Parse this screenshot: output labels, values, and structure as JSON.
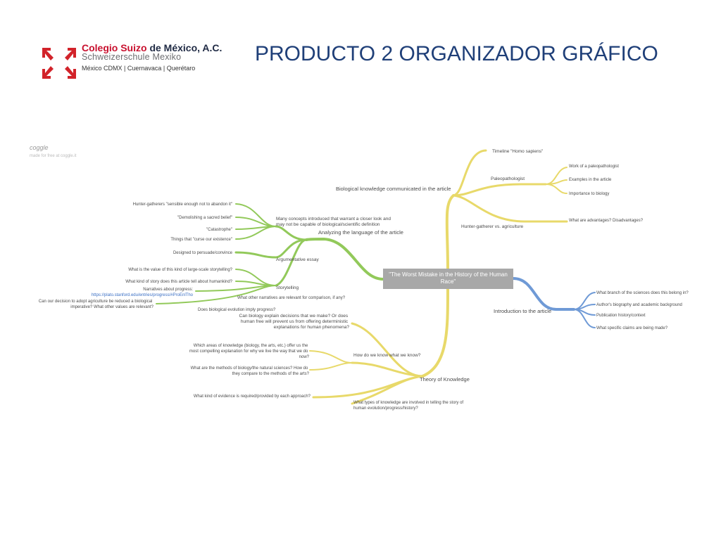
{
  "header": {
    "logo": {
      "name_red": "Colegio Suizo",
      "name_rest": " de México, A.C.",
      "name_sub": "Schweizerschule Mexiko",
      "cities": "México CDMX | Cuernavaca | Querétaro"
    },
    "title": "PRODUCTO 2 ORGANIZADOR GRÁFICO"
  },
  "coggle": {
    "brand": "coggle",
    "sub": "made for free at coggle.it"
  },
  "colors": {
    "yellow": "#e8d96a",
    "green": "#92c95a",
    "blue": "#6f9ad6",
    "center": "#a8a8a8"
  },
  "mindmap": {
    "center": "\"The Worst Mistake in the History of the Human Race\"",
    "yellow_top": {
      "label": "Biological knowledge communicated in the article",
      "timeline": "Timeline \"Homo sapiens\"",
      "paleo": "Paleopathologist",
      "paleo_items": [
        "Work of a paleopathologist",
        "Examples in the article",
        "Importance to biology"
      ],
      "hg": "Hunter-gatherer vs. agriculture",
      "adv": "What are advantages? Disadvantages?"
    },
    "blue": {
      "label": "Introduction to the article",
      "items": [
        "What branch of the sciences does this belong in?",
        "Author's biography and academic background",
        "Publication history/context",
        "What specific claims are being made?"
      ]
    },
    "green": {
      "analyzing": "Analyzing the language of the article",
      "many1": "Many concepts introduced that warrant a closer look and",
      "many2": "may not be capable of biological/scientific definition",
      "many_items": [
        "Hunter-gatherers \"sensible enough not to abandon it\"",
        "\"Demolishing a sacred belief\"",
        "\"Catastrophe\"",
        "Things that \"curse our existence\""
      ],
      "argu": "Argumentative essay",
      "designed": "Designed to persuade/convince",
      "story": "Storytelling",
      "story_items": [
        "What is the value of this kind of large-scale storytelling?",
        "What kind of story does this article tell about humankind?"
      ],
      "narr": "Narratives about progress:",
      "narr_link": "https://plato.stanford.edu/entries/progress/#ProEnlTho",
      "our1": "Can our decision to adopt agriculture be reduced a biological",
      "our2": "imperative? What other values are relevant?",
      "other": "What other narratives are relevant for comparison, if any?",
      "evo": "Does biological evolution imply progress?"
    },
    "tok": {
      "label": "Theory of Knowledge",
      "can1": "Can biology explain decisions that we make? Or does",
      "can2": "human free will prevent us from offering deterministic",
      "can3": "explanations for human phenomena?",
      "how": "How do we know what we know?",
      "which1": "Which areas of knowledge (biology, the arts, etc.) offer us the",
      "which2": "most compelling explanation for why we live the way that we do",
      "which3": "now?",
      "methods1": "What are the methods of biology/the natural sciences? How do",
      "methods2": "they compare to the methods of the arts?",
      "evidence": "What kind of evidence is required/provided by each approach?",
      "types1": "What types of knowledge are involved in telling the story of",
      "types2": "human evolution/progress/history?"
    }
  }
}
